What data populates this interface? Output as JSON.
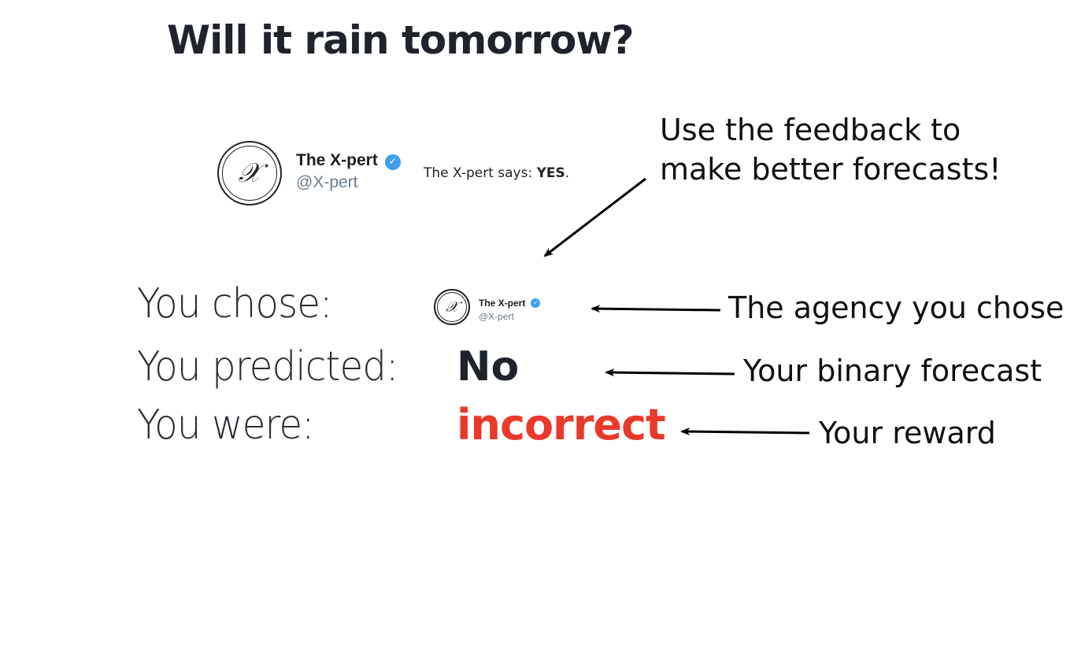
{
  "title": "Will it rain tomorrow?",
  "expert_card": {
    "name": "The X-pert",
    "handle": "@X-pert",
    "avatar_glyph": "𝒳",
    "says_prefix": "The X-pert says: ",
    "says_answer": "YES",
    "says_suffix": "."
  },
  "feedback": {
    "chose_label": "You chose:",
    "chosen_agency": {
      "name": "The X-pert",
      "handle": "@X-pert",
      "avatar_glyph": "𝒳"
    },
    "predicted_label": "You predicted:",
    "predicted_value": "No",
    "were_label": "You were:",
    "were_value": "incorrect"
  },
  "annotations": {
    "feedback_line1": "Use the feedback to",
    "feedback_line2": "make better forecasts!",
    "agency": "The agency you chose",
    "forecast": "Your binary forecast",
    "reward": "Your reward"
  },
  "colors": {
    "incorrect": "#e8392b",
    "verified": "#3e9ef0",
    "handle": "#6d7c8a"
  },
  "icons": {
    "verified": "checkmark-badge-icon",
    "avatar": "x-monogram-avatar"
  }
}
